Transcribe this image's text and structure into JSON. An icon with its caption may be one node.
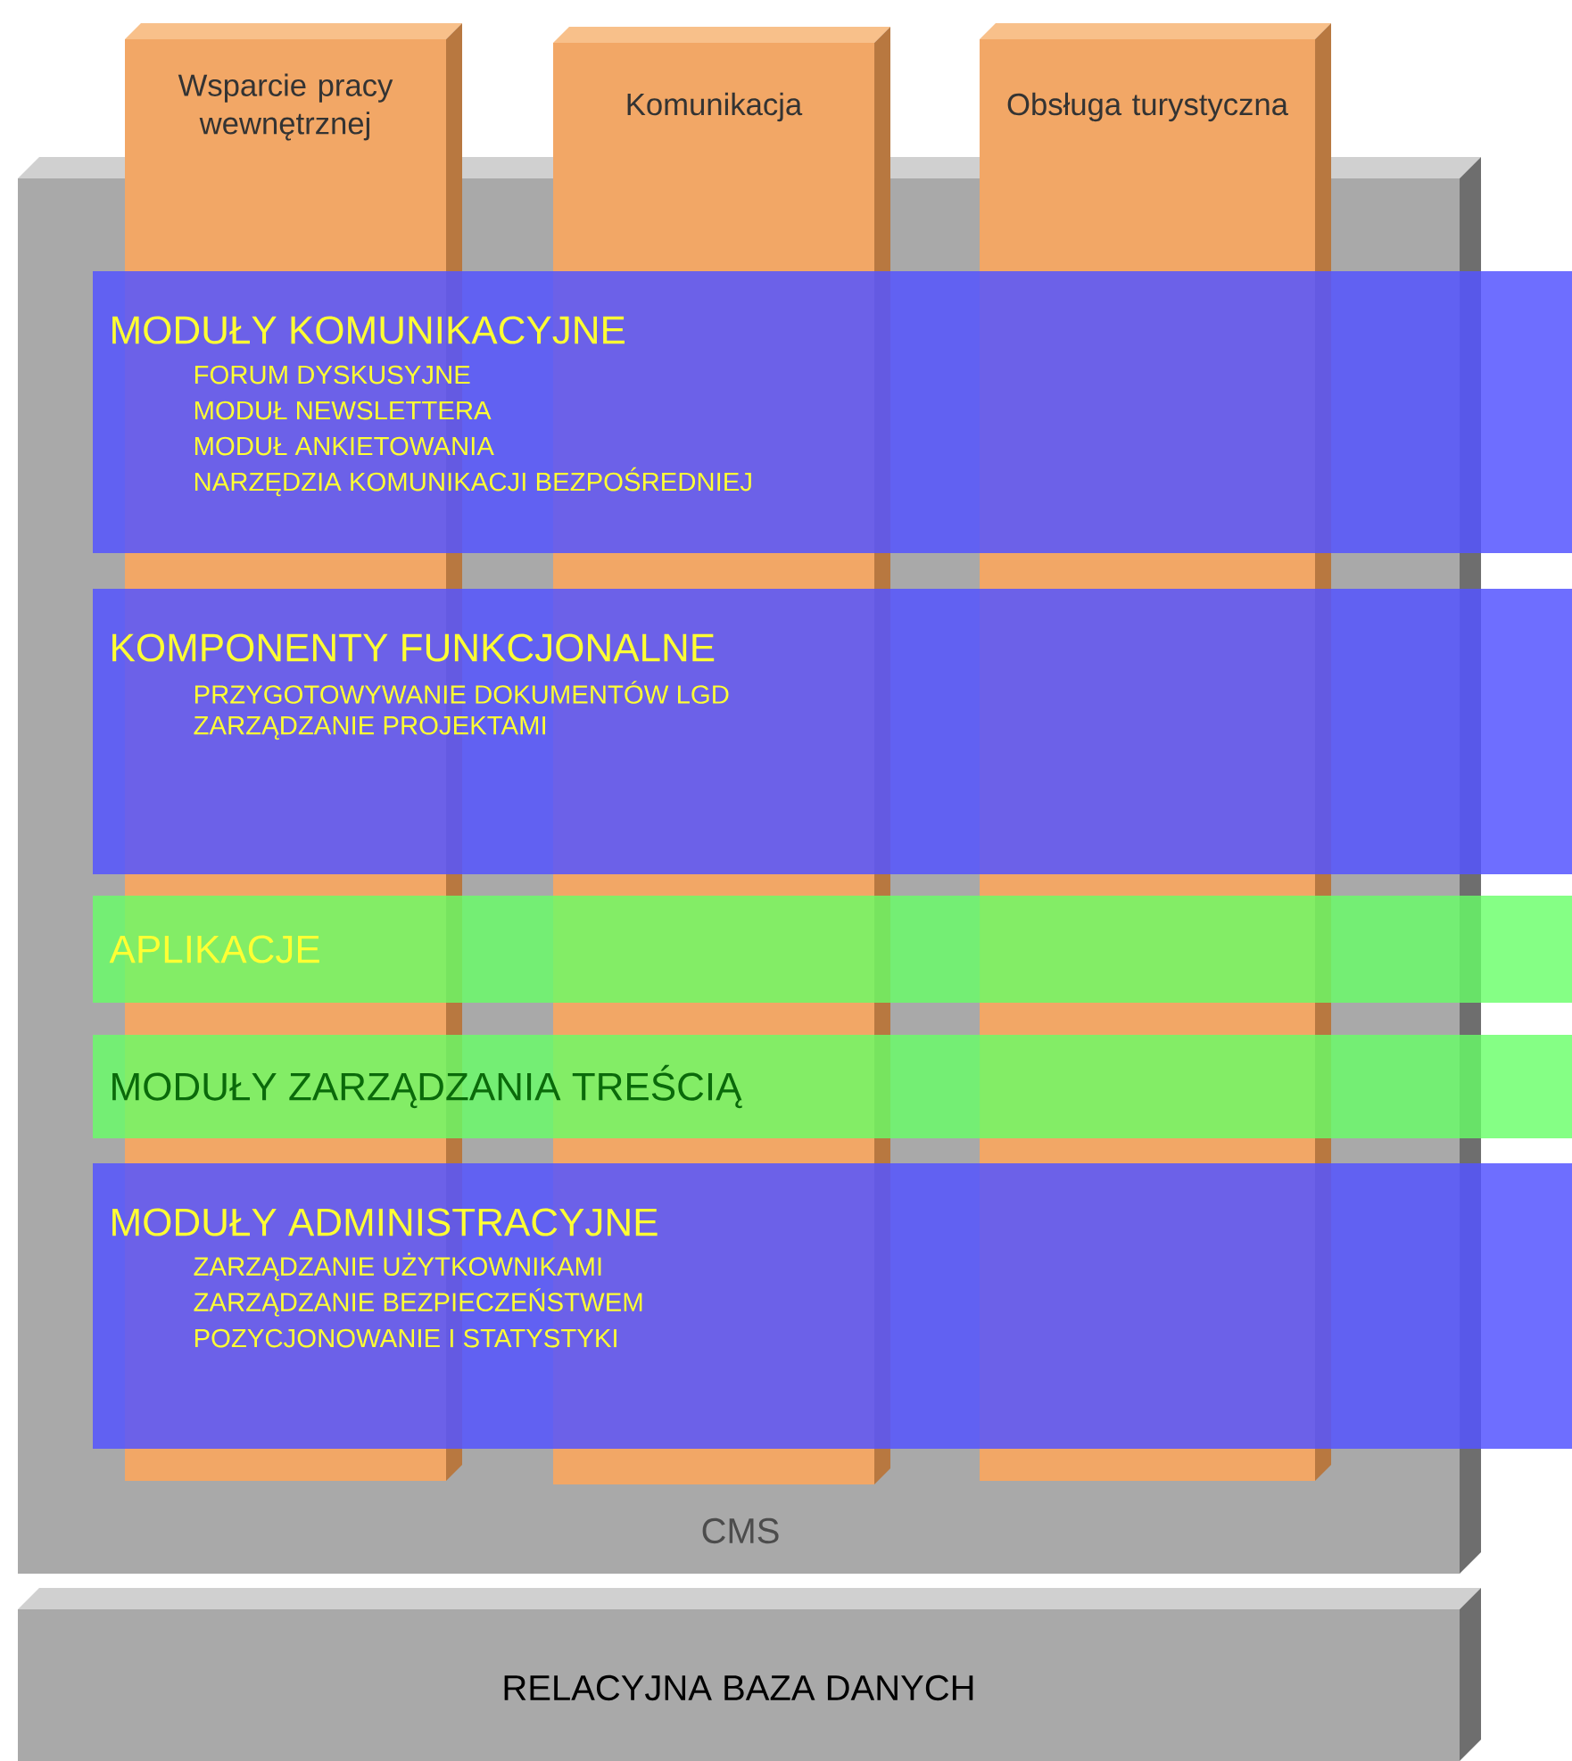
{
  "diagram": {
    "nodes": [
      {
        "text": [
          "CMS"
        ]
      },
      {
        "text": [
          "Wsparcie pracy wewnętrznej"
        ]
      },
      {
        "text": [
          "Komunikacja"
        ]
      },
      {
        "text": [
          "Obsługa turystyczna"
        ]
      },
      {
        "text": [
          "MODUŁY KOMUNIKACYJNE",
          "FORUM DYSKUSYJNE",
          "MODUŁ NEWSLETTERA",
          "MODUŁ ANKIETOWANIA",
          "NARZĘDZIA KOMUNIKACJI BEZPOŚREDNIEJ"
        ]
      },
      {
        "text": [
          "KOMPONENTY FUNKCJONALNE",
          "PRZYGOTOWYWANIE DOKUMENTÓW LGD",
          "ZARZĄDZANIE PROJEKTAMI"
        ]
      },
      {
        "text": [
          "APLIKACJE"
        ]
      },
      {
        "text": [
          "MODUŁY ZARZĄDZANIA TREŚCIĄ"
        ]
      },
      {
        "text": [
          "MODUŁY ADMINISTRACYJNE",
          "ZARZĄDZANIE UŻYTKOWNIKAMI",
          "ZARZĄDZANIE BEZPIECZEŃSTWEM",
          "POZYCJONOWANIE I STATYSTYKI"
        ]
      },
      {
        "text": [
          "RELACYJNA BAZA DANYCH"
        ]
      }
    ],
    "edges": []
  }
}
